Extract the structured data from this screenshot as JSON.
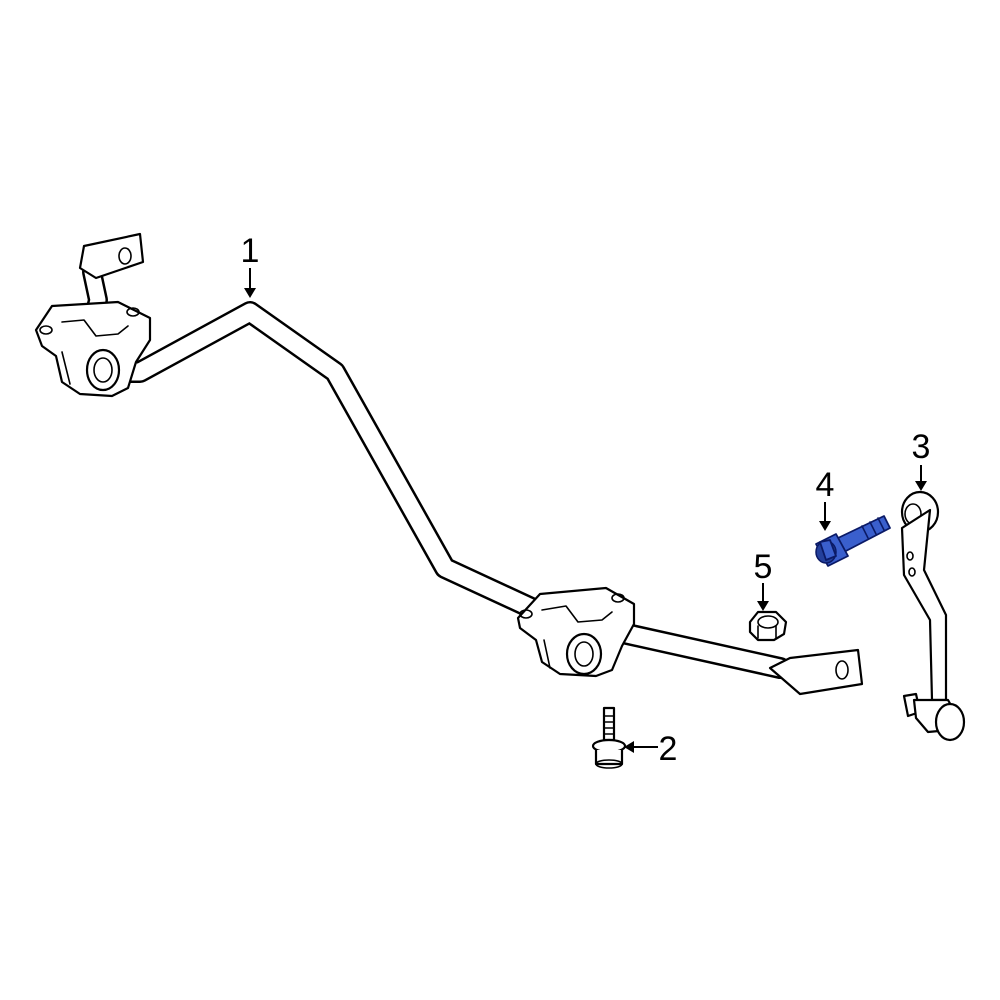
{
  "diagram": {
    "callouts": [
      {
        "id": "1",
        "label": "1"
      },
      {
        "id": "2",
        "label": "2"
      },
      {
        "id": "3",
        "label": "3"
      },
      {
        "id": "4",
        "label": "4"
      },
      {
        "id": "5",
        "label": "5"
      }
    ],
    "highlight_color": "#3a5fcd",
    "line_color": "#000000",
    "background": "#ffffff"
  }
}
